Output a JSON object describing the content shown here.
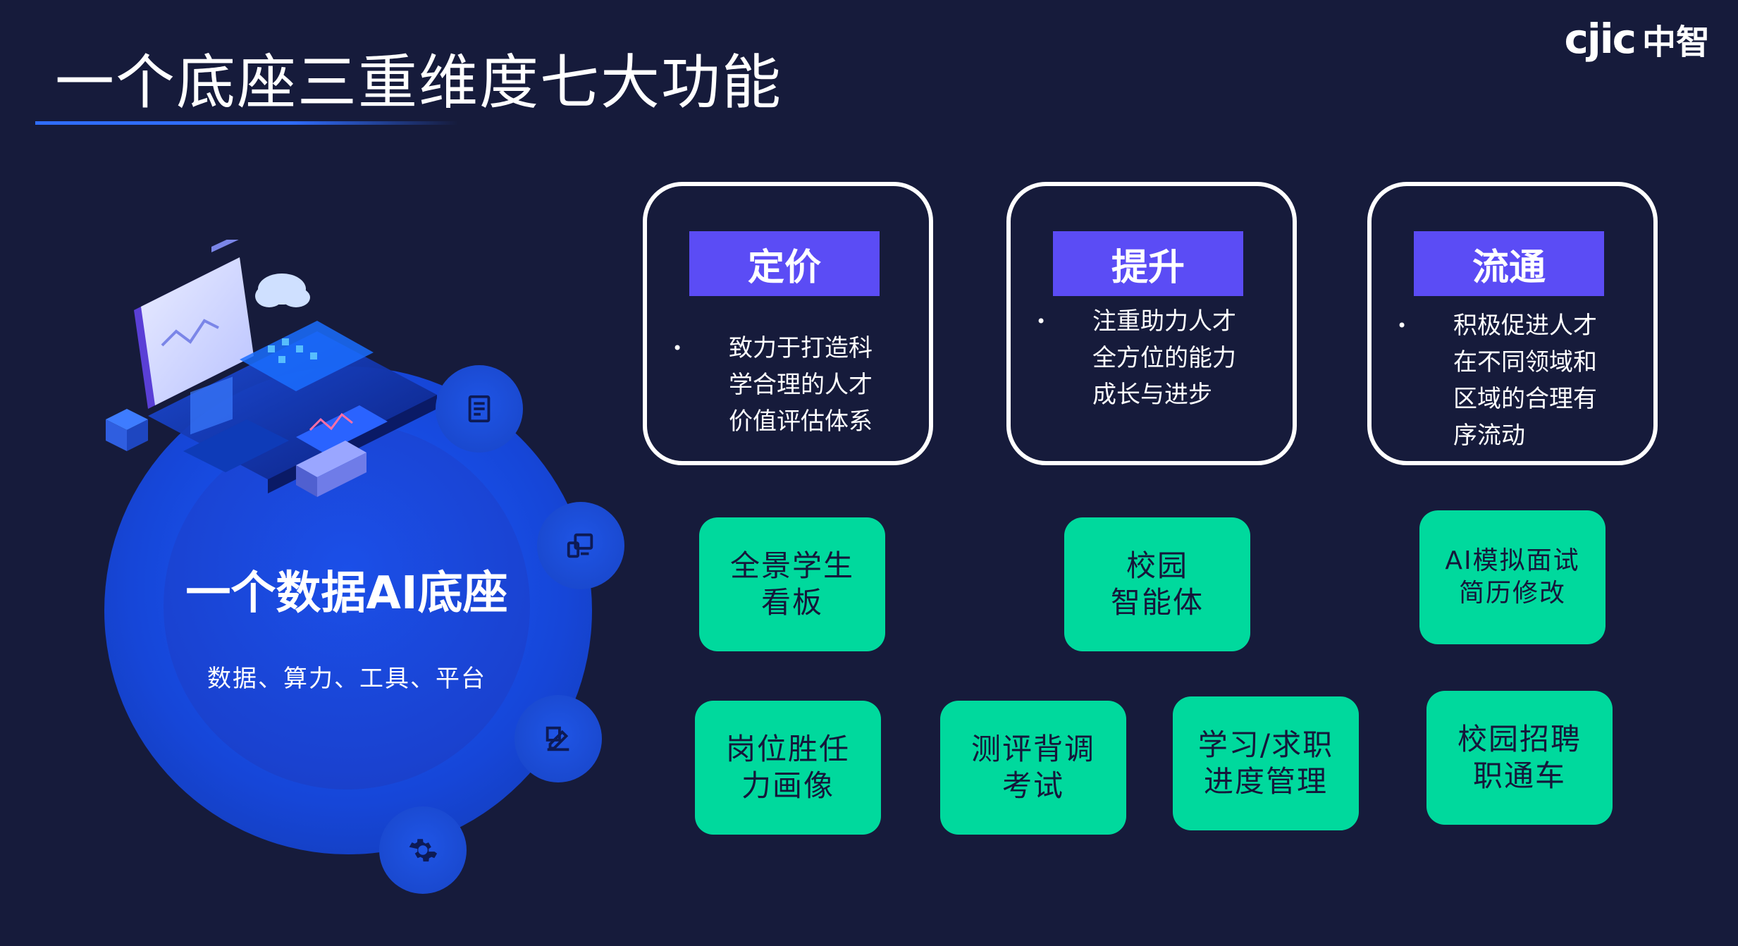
{
  "header": {
    "title": "一个底座三重维度七大功能",
    "logo_mark": "cjic",
    "logo_text": "中智"
  },
  "base": {
    "title": "一个数据AI底座",
    "subtitle": "数据、算力、工具、平台"
  },
  "dimensions": [
    {
      "tag": "定价",
      "bullet": "•",
      "lines": [
        "致力于打造科",
        "学合理的人才",
        "价值评估体系"
      ]
    },
    {
      "tag": "提升",
      "bullet": "•",
      "lines": [
        "注重助力人才",
        "全方位的能力",
        "成长与进步"
      ]
    },
    {
      "tag": "流通",
      "bullet": "•",
      "lines": [
        "积极促进人才",
        "在不同领域和",
        "区域的合理有",
        "序流动"
      ]
    }
  ],
  "functions": [
    {
      "lines": [
        "全景学生",
        "看板"
      ]
    },
    {
      "lines": [
        "校园",
        "智能体"
      ]
    },
    {
      "lines": [
        "AI模拟面试",
        "简历修改"
      ]
    },
    {
      "lines": [
        "岗位胜任",
        "力画像"
      ]
    },
    {
      "lines": [
        "测评背调",
        "考试"
      ]
    },
    {
      "lines": [
        "学习/求职",
        "进度管理"
      ]
    },
    {
      "lines": [
        "校园招聘",
        "职通车"
      ]
    }
  ],
  "colors": {
    "background": "#161b3b",
    "accent_blue": "#2f6dff",
    "tag_purple": "#5b4cf5",
    "tile_green": "#00d99d"
  },
  "icons": [
    "document-icon",
    "devices-icon",
    "edit-icon",
    "gear-icon",
    "cloud-icon"
  ]
}
